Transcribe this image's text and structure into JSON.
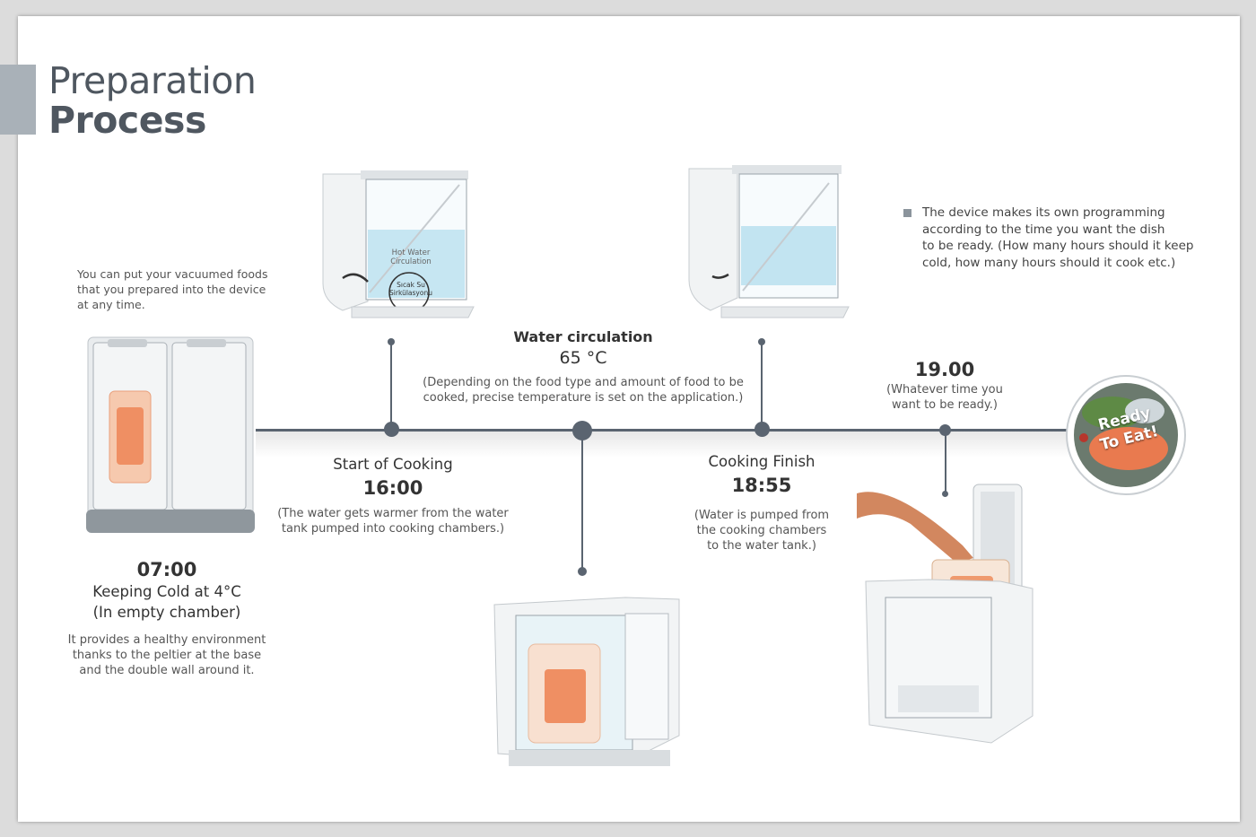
{
  "title": {
    "line1": "Preparation",
    "line2": "Process"
  },
  "intro_note": [
    "You can put your vacuumed foods",
    "that you prepared into the device",
    "at any time."
  ],
  "right_note": [
    "The device makes its own programming",
    "according to the time you want the dish",
    "to be ready. (How many hours should it keep",
    "cold, how many hours should it cook etc.)"
  ],
  "step_cold": {
    "time": "07:00",
    "label1": "Keeping Cold at 4°C",
    "label2": "(In empty chamber)",
    "desc": [
      "It provides a healthy environment",
      "thanks to the peltier at the base",
      "and the double wall around it."
    ]
  },
  "step_start": {
    "label": "Start of Cooking",
    "time": "16:00",
    "desc": [
      "(The water gets warmer from the water",
      "tank pumped into cooking chambers.)"
    ]
  },
  "step_circulation": {
    "label": "Water circulation",
    "temp": "65 °C",
    "desc": [
      "(Depending on the food type and amount of food to be",
      "cooked, precise temperature is set on the application.)"
    ]
  },
  "step_finish": {
    "label": "Cooking Finish",
    "time": "18:55",
    "desc": [
      "(Water is pumped from",
      "the cooking chambers",
      "to the water tank.)"
    ]
  },
  "step_ready": {
    "time": "19.00",
    "desc": [
      "(Whatever time you",
      "want to be ready.)"
    ]
  },
  "badge": {
    "line1": "Ready",
    "line2": "To Eat!"
  },
  "device_labels": {
    "hot_water": [
      "Hot Water",
      "Circulation"
    ],
    "turkish": [
      "Sıcak Su",
      "Sirkülasyonu"
    ]
  },
  "colors": {
    "timeline": "#5a6470",
    "title": "#4f5760",
    "accent_bar": "#a9b1b8",
    "water": "#9fd6ea"
  }
}
